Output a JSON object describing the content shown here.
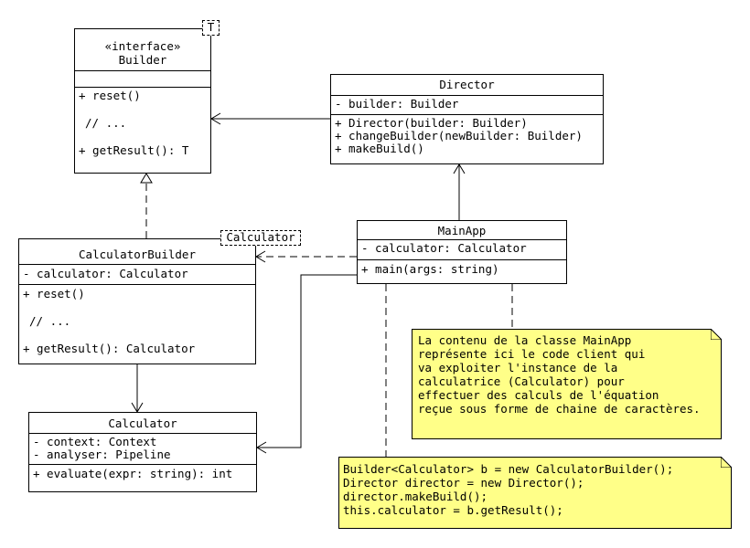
{
  "builder": {
    "stereotype": "«interface»",
    "name": "Builder",
    "type_param": "T",
    "methods": [
      "+ reset()",
      "// ...",
      "+ getResult(): T"
    ]
  },
  "director": {
    "name": "Director",
    "fields": [
      "- builder: Builder"
    ],
    "methods": [
      "+ Director(builder: Builder)",
      "+ changeBuilder(newBuilder: Builder)",
      "+ makeBuild()"
    ]
  },
  "calculator_builder": {
    "name": "CalculatorBuilder",
    "type_param": "Calculator",
    "fields": [
      "- calculator: Calculator"
    ],
    "methods": [
      "+ reset()",
      "// ...",
      "+ getResult(): Calculator"
    ]
  },
  "main_app": {
    "name": "MainApp",
    "fields": [
      "- calculator: Calculator"
    ],
    "methods": [
      "+ main(args: string)"
    ]
  },
  "calculator": {
    "name": "Calculator",
    "fields": [
      "- context: Context",
      "- analyser: Pipeline"
    ],
    "methods": [
      "+ evaluate(expr: string): int"
    ]
  },
  "note_description": {
    "lines": [
      "La contenu de la classe MainApp",
      "représente ici le code client qui",
      "va exploiter l'instance de la",
      "calculatrice (Calculator) pour",
      "effectuer des calculs de l'équation",
      "reçue sous forme de chaine de caractères."
    ]
  },
  "note_code": {
    "lines": [
      "Builder<Calculator> b = new CalculatorBuilder();",
      "Director director = new Director();",
      "director.makeBuild();",
      "this.calculator = b.getResult();"
    ]
  },
  "colors": {
    "note_fill": "#ffff88",
    "line": "#000000"
  }
}
